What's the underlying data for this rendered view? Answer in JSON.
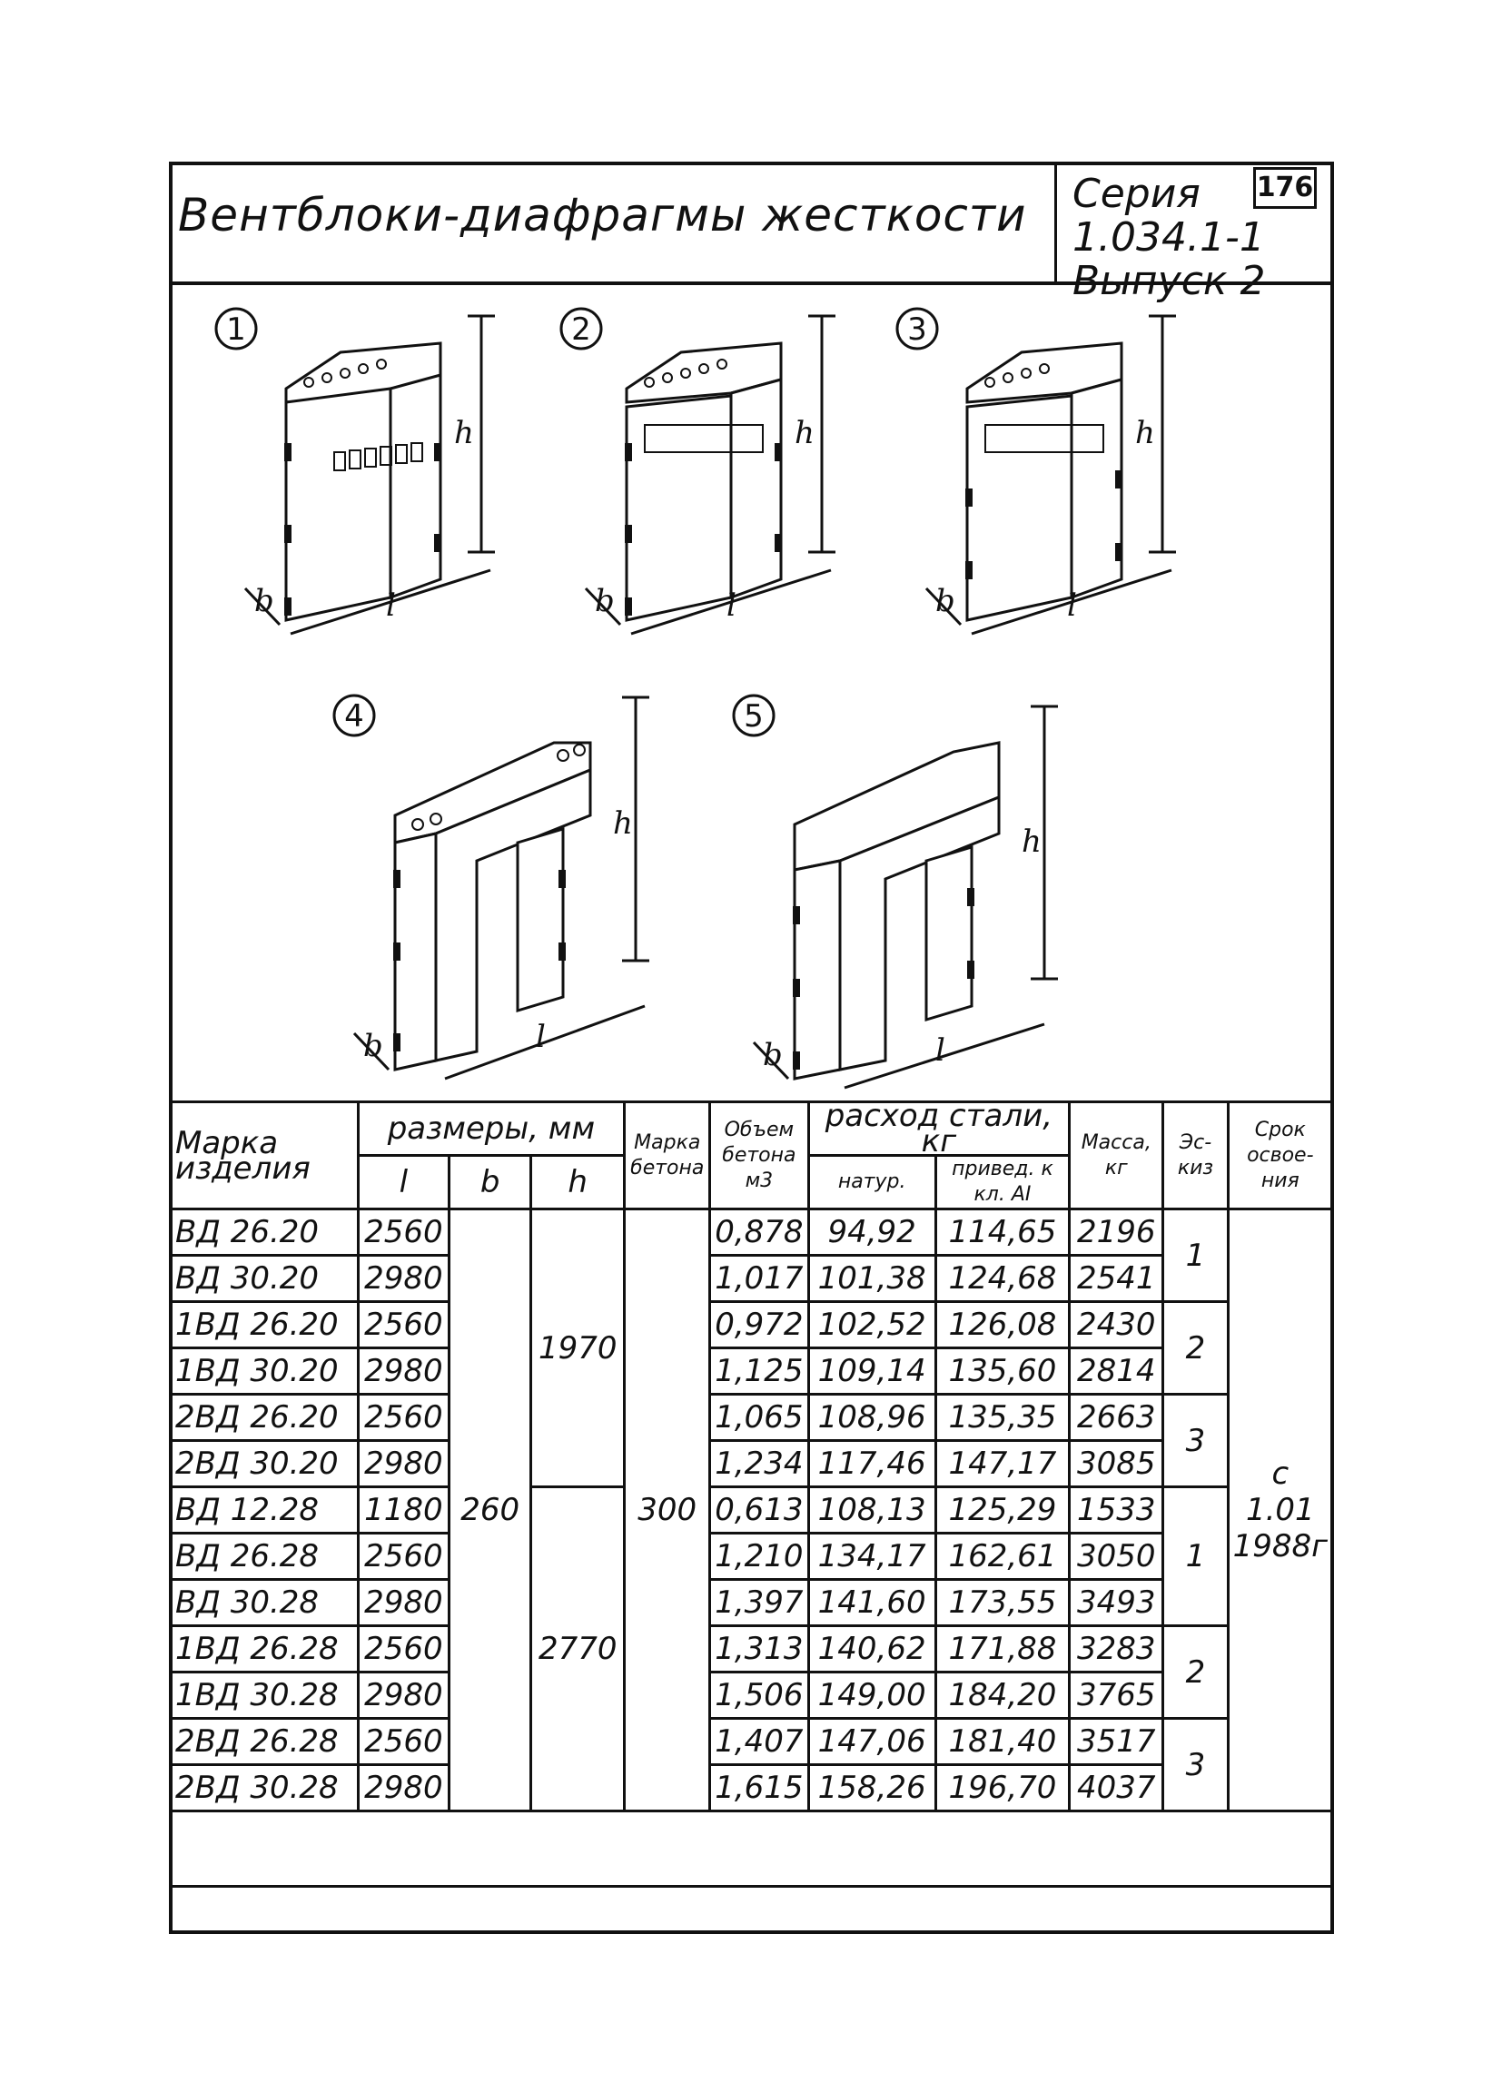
{
  "header": {
    "title": "Вентблоки-диафрагмы жесткости",
    "series_line1": "Серия 1.034.1-1",
    "series_line2": "Выпуск 2",
    "sheet_number": "176"
  },
  "figures": [
    {
      "num": "1"
    },
    {
      "num": "2"
    },
    {
      "num": "3"
    },
    {
      "num": "4"
    },
    {
      "num": "5"
    }
  ],
  "dim_labels": {
    "b": "b",
    "l": "l",
    "h": "h"
  },
  "table": {
    "headers": {
      "mark": "Марка изделия",
      "dims": "размеры, мм",
      "l": "l",
      "b": "b",
      "h": "h",
      "concrete": "Марка бетона",
      "volume": "Объем бетона м3",
      "steel": "расход стали, кг",
      "steel_nat": "натур.",
      "steel_red": "привед. к кл. AI",
      "mass": "Масса, кг",
      "sketch": "Эс-киз",
      "term": "Срок освое-ния"
    },
    "shared": {
      "b": "260",
      "h_group1": "1970",
      "h_group2": "2770",
      "concrete": "300",
      "term": "с 1.01 1988г"
    },
    "rows": [
      {
        "mark": "ВД 26.20",
        "l": "2560",
        "vol": "0,878",
        "nat": "94,92",
        "red": "114,65",
        "mass": "2196"
      },
      {
        "mark": "ВД 30.20",
        "l": "2980",
        "vol": "1,017",
        "nat": "101,38",
        "red": "124,68",
        "mass": "2541"
      },
      {
        "mark": "1ВД 26.20",
        "l": "2560",
        "vol": "0,972",
        "nat": "102,52",
        "red": "126,08",
        "mass": "2430"
      },
      {
        "mark": "1ВД 30.20",
        "l": "2980",
        "vol": "1,125",
        "nat": "109,14",
        "red": "135,60",
        "mass": "2814"
      },
      {
        "mark": "2ВД 26.20",
        "l": "2560",
        "vol": "1,065",
        "nat": "108,96",
        "red": "135,35",
        "mass": "2663"
      },
      {
        "mark": "2ВД 30.20",
        "l": "2980",
        "vol": "1,234",
        "nat": "117,46",
        "red": "147,17",
        "mass": "3085"
      },
      {
        "mark": "ВД 12.28",
        "l": "1180",
        "vol": "0,613",
        "nat": "108,13",
        "red": "125,29",
        "mass": "1533"
      },
      {
        "mark": "ВД 26.28",
        "l": "2560",
        "vol": "1,210",
        "nat": "134,17",
        "red": "162,61",
        "mass": "3050"
      },
      {
        "mark": "ВД 30.28",
        "l": "2980",
        "vol": "1,397",
        "nat": "141,60",
        "red": "173,55",
        "mass": "3493"
      },
      {
        "mark": "1ВД 26.28",
        "l": "2560",
        "vol": "1,313",
        "nat": "140,62",
        "red": "171,88",
        "mass": "3283"
      },
      {
        "mark": "1ВД 30.28",
        "l": "2980",
        "vol": "1,506",
        "nat": "149,00",
        "red": "184,20",
        "mass": "3765"
      },
      {
        "mark": "2ВД 26.28",
        "l": "2560",
        "vol": "1,407",
        "nat": "147,06",
        "red": "181,40",
        "mass": "3517"
      },
      {
        "mark": "2ВД 30.28",
        "l": "2980",
        "vol": "1,615",
        "nat": "158,26",
        "red": "196,70",
        "mass": "4037"
      }
    ],
    "sketch_groups": [
      "1",
      "2",
      "3",
      "1",
      "2",
      "3"
    ]
  }
}
